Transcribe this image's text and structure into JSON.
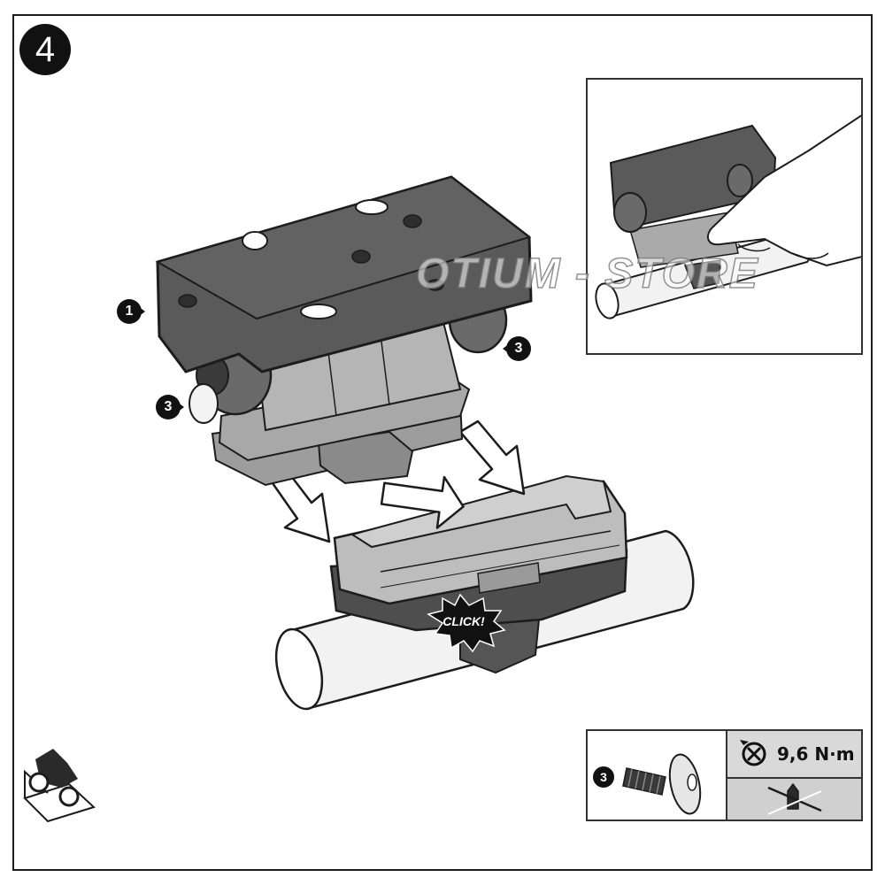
{
  "step": {
    "number": "4"
  },
  "callouts": {
    "part1": "1",
    "part3_right": "3",
    "part3_left": "3",
    "spec_part": "3"
  },
  "click_label": "CLICK!",
  "spec": {
    "torque": "9,6 N·m"
  },
  "icons": {
    "step": "step-number-badge",
    "torque": "torque-wrench-icon",
    "no_threadlock": "no-threadlocker-icon",
    "screw": "screw-icon",
    "motorcycle": "motorcycle-icon"
  },
  "colors": {
    "dark_part": "#5a5a5a",
    "light_part": "#bdbdbd",
    "bar": "#f2f2f2",
    "outline": "#1c1c1c"
  }
}
